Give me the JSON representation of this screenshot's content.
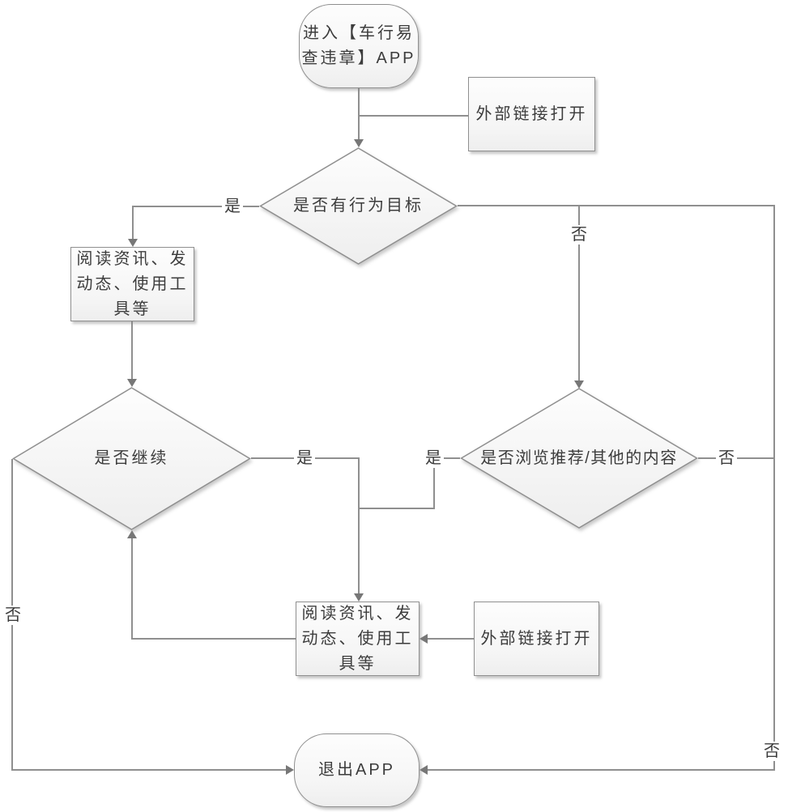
{
  "diagram_type": "flowchart",
  "nodes": {
    "start": {
      "type": "terminator",
      "label": "进入【车行易查违章】APP"
    },
    "ext_link_top": {
      "type": "process",
      "label": "外部链接打开"
    },
    "goal_decision": {
      "type": "decision",
      "label": "是否有行为目标"
    },
    "actions_left": {
      "type": "process",
      "label": "阅读资讯、发动态、使用工具等"
    },
    "continue_decision": {
      "type": "decision",
      "label": "是否继续"
    },
    "browse_decision": {
      "type": "decision",
      "label": "是否浏览推荐/其他的内容"
    },
    "actions_center": {
      "type": "process",
      "label": "阅读资讯、发动态、使用工具等"
    },
    "ext_link_bottom": {
      "type": "process",
      "label": "外部链接打开"
    },
    "exit": {
      "type": "terminator",
      "label": "退出APP"
    }
  },
  "edge_labels": [
    "是",
    "否",
    "是",
    "是",
    "否",
    "否",
    "否"
  ],
  "edges": [
    {
      "from": "start",
      "to": "goal_decision",
      "label": ""
    },
    {
      "from": "ext_link_top",
      "to": "goal_decision",
      "label": ""
    },
    {
      "from": "goal_decision",
      "to": "actions_left",
      "label": "是"
    },
    {
      "from": "goal_decision",
      "to": "browse_decision",
      "label": "否"
    },
    {
      "from": "actions_left",
      "to": "continue_decision",
      "label": ""
    },
    {
      "from": "continue_decision",
      "to": "actions_center",
      "label": "是"
    },
    {
      "from": "continue_decision",
      "to": "exit",
      "label": "否"
    },
    {
      "from": "browse_decision",
      "to": "actions_center",
      "label": "是"
    },
    {
      "from": "browse_decision",
      "to": "exit",
      "label": "否"
    },
    {
      "from": "actions_center",
      "to": "continue_decision",
      "label": ""
    },
    {
      "from": "ext_link_bottom",
      "to": "actions_center",
      "label": ""
    }
  ],
  "colors": {
    "background": "#ffffff",
    "line": "#8f8f8f",
    "shape_border": "#8f8f8f",
    "shape_fill_top": "#fdfdfd",
    "shape_fill_bottom": "#eeeeee",
    "text": "#3c3c3c"
  }
}
